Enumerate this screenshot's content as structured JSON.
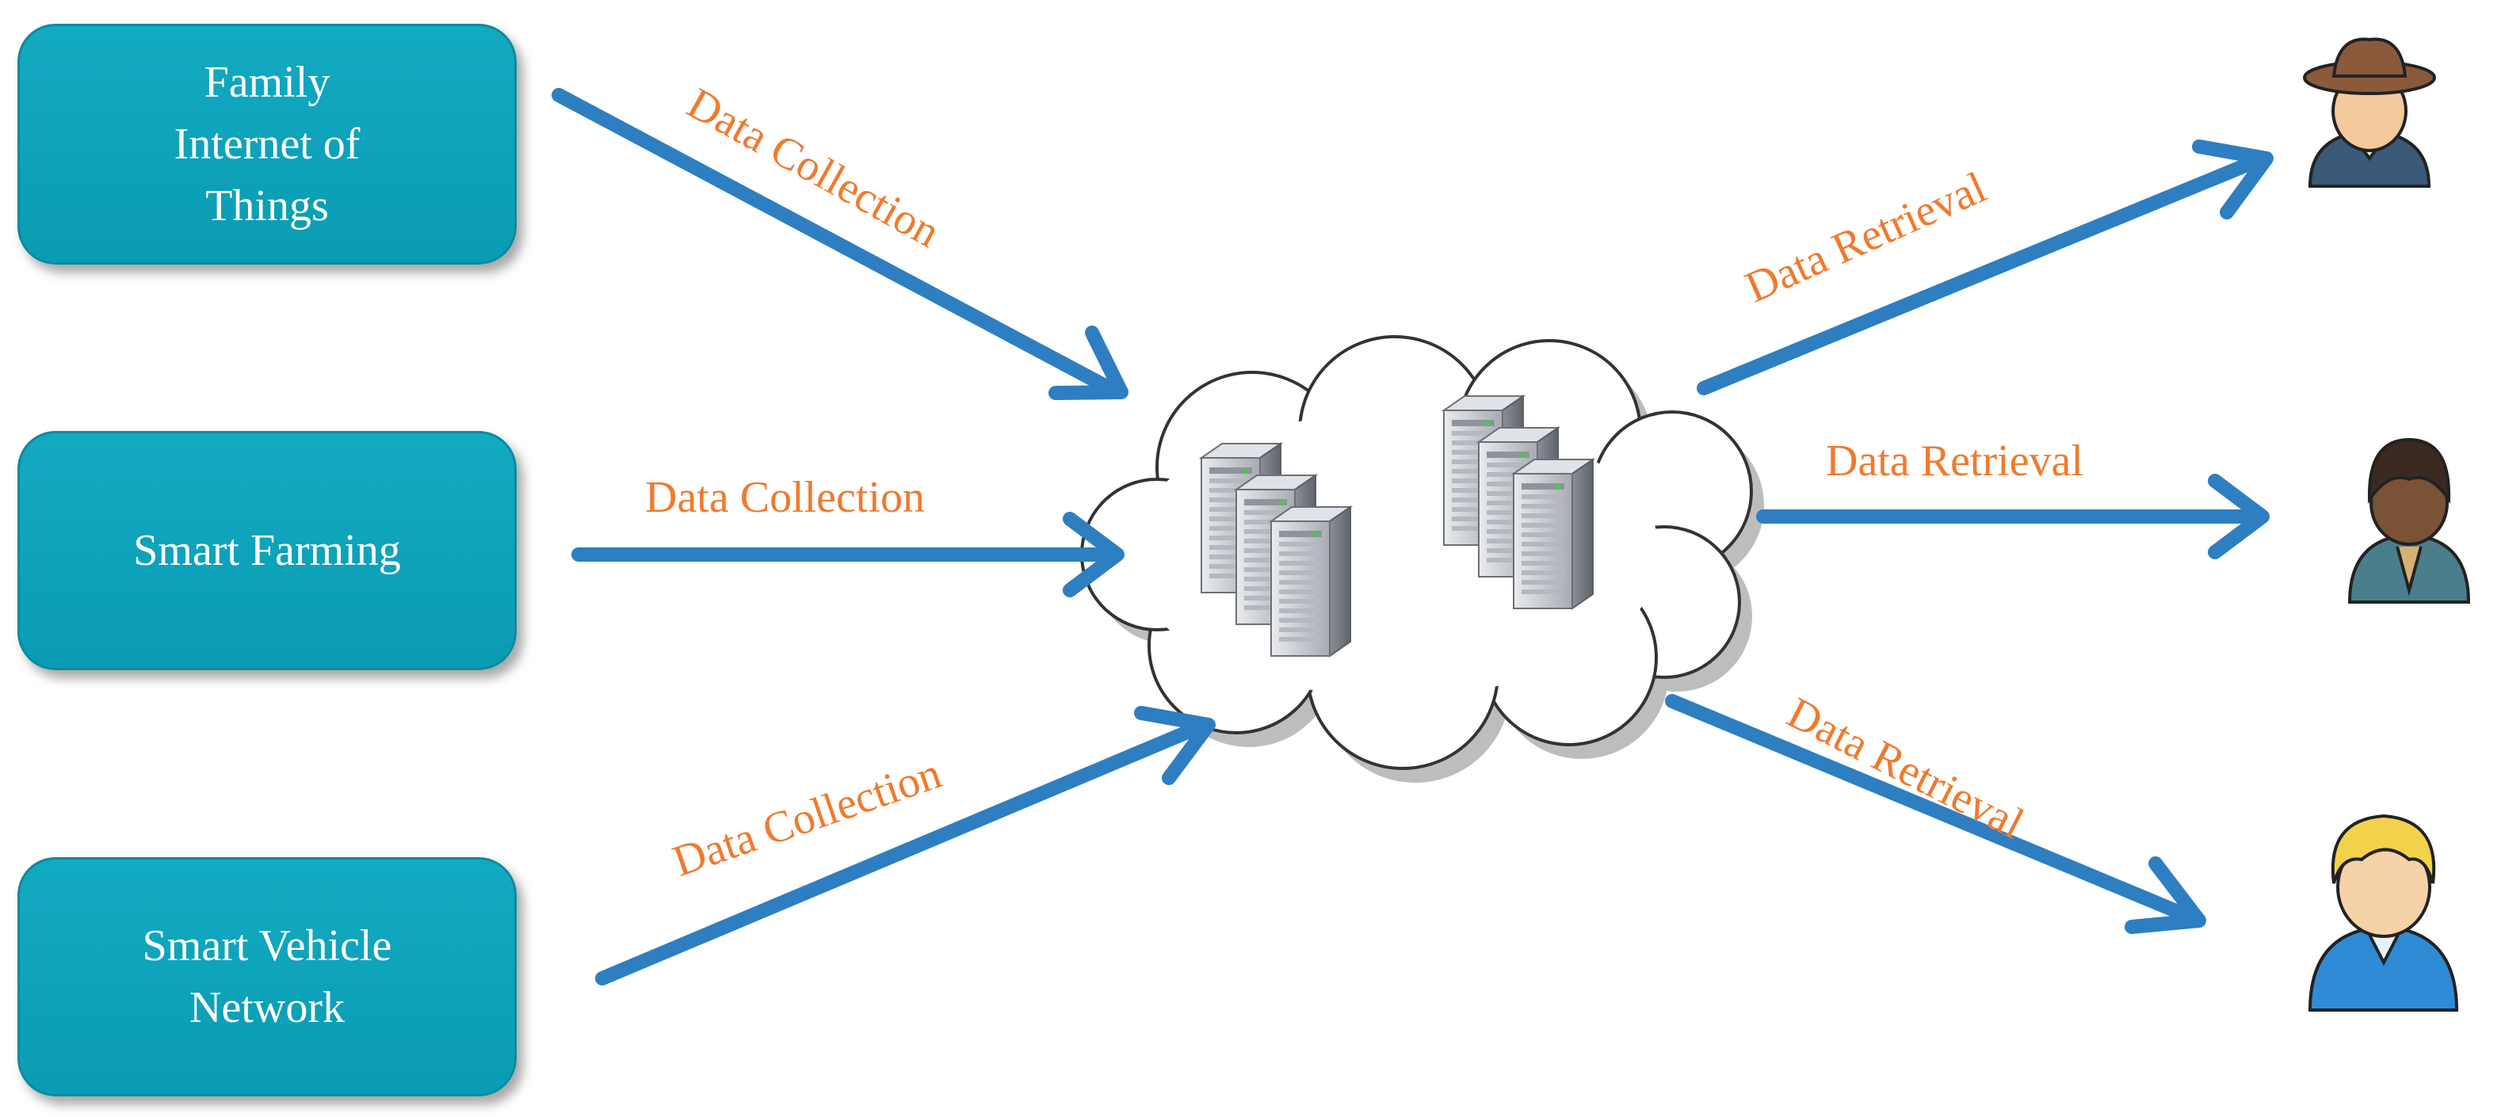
{
  "sources": [
    {
      "lines": [
        "Family",
        "Internet of",
        "Things"
      ]
    },
    {
      "lines": [
        "Smart Farming"
      ]
    },
    {
      "lines": [
        "Smart Vehicle",
        "Network"
      ]
    }
  ],
  "labels": {
    "collection": [
      "Data Collection",
      "Data Collection",
      "Data Collection"
    ],
    "retrieval": [
      "Data Retrieval",
      "Data Retrieval",
      "Data Retrieval"
    ]
  },
  "colors": {
    "box_fill": "#0fa3bb",
    "arrow": "#2e7ec2",
    "label": "#f07a2e",
    "box_text": "#ffffff"
  },
  "icons": {
    "cloud": "cloud-icon",
    "server": "server-rack-icon",
    "users": [
      "user-cowboy-hat-icon",
      "user-dark-hair-icon",
      "user-blond-icon"
    ]
  }
}
